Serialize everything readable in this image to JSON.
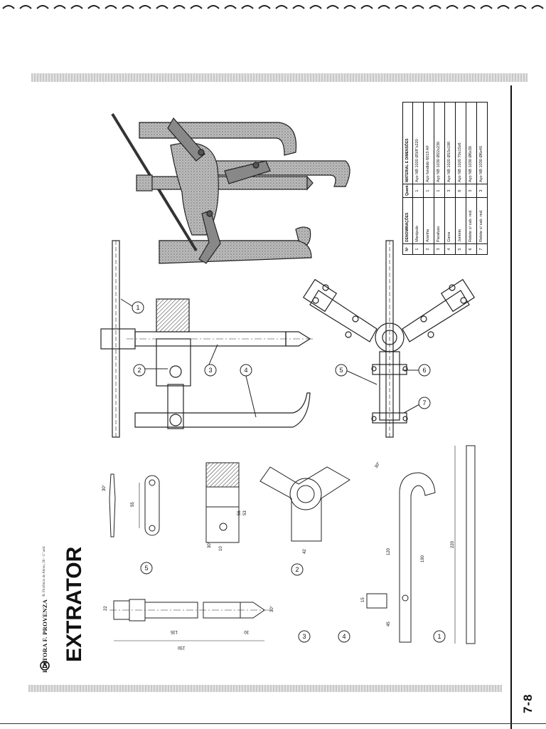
{
  "title": "EXTRATOR",
  "page_number": "7-8",
  "publisher": {
    "name": "EDITORA F. PROVENZA",
    "address": "R. Florêncio de Abreu, 36 - 3.º and."
  },
  "parts_list": {
    "header": {
      "number": "Nº",
      "name": "DENOMINAÇÕES",
      "qty": "Quant.",
      "material": "MATERIAL E DIMENSÕES"
    },
    "rows": [
      {
        "number": "7",
        "name": "Rebite c/ cab. red.",
        "qty": "3",
        "material": "Aço NB 1030 Ø6x40"
      },
      {
        "number": "6",
        "name": "Rebite c/ cab. red.",
        "qty": "3",
        "material": "Aço NB 1030 Ø6x30"
      },
      {
        "number": "5",
        "name": "Junteio",
        "qty": "6",
        "material": "Aço NB 1020 70x15x6"
      },
      {
        "number": "4",
        "name": "Garra",
        "qty": "3",
        "material": "Aço NB 1020 Ø15x190"
      },
      {
        "number": "3",
        "name": "Parafuso",
        "qty": "1",
        "material": "Aço NB 1030 Ø22x230"
      },
      {
        "number": "2",
        "name": "Aranha",
        "qty": "1",
        "material": "Aço fundido 6013 AF"
      },
      {
        "number": "1",
        "name": "Manípulo",
        "qty": "1",
        "material": "Aço NB 1020 Ø3/8\"x220"
      }
    ]
  },
  "balloons": {
    "assembly": [
      "1",
      "2",
      "3",
      "4",
      "5",
      "6",
      "7"
    ],
    "details": [
      "5",
      "2",
      "3",
      "4",
      "1"
    ]
  },
  "dimensions": {
    "part1": [
      "220"
    ],
    "part4": [
      "190",
      "120",
      "45",
      "15",
      "30°"
    ],
    "part3": [
      "230",
      "135",
      "30",
      "22",
      "30°"
    ],
    "part2": [
      "53",
      "56",
      "42",
      "10",
      "30°"
    ],
    "part5": [
      "55",
      "30°"
    ]
  }
}
